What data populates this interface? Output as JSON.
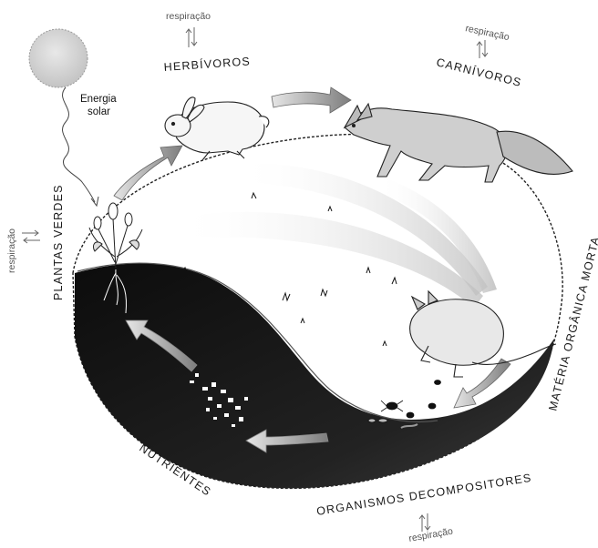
{
  "labels": {
    "energy_line1": "Energia",
    "energy_line2": "solar",
    "respiration": "respiração",
    "herbivores": "HERBÍVOROS",
    "carnivores": "CARNÍVOROS",
    "green_plants": "PLANTAS VERDES",
    "dead_matter": "MATÉRIA ORGÂNICA MORTA",
    "nutrients": "NUTRIENTES",
    "decomposers": "ORGANISMOS DECOMPOSITORES"
  },
  "colors": {
    "soil": "#1b1b1b",
    "arrow_fill": "#9a9a9a",
    "sun": "#d8d8d8",
    "ink": "#1a1a1a"
  },
  "icons": {
    "sun": "sun-icon",
    "rabbit": "rabbit-icon",
    "fox": "fox-icon",
    "plant": "plant-icon",
    "dead_animal": "dead-animal-icon",
    "insects": "insect-icon"
  }
}
